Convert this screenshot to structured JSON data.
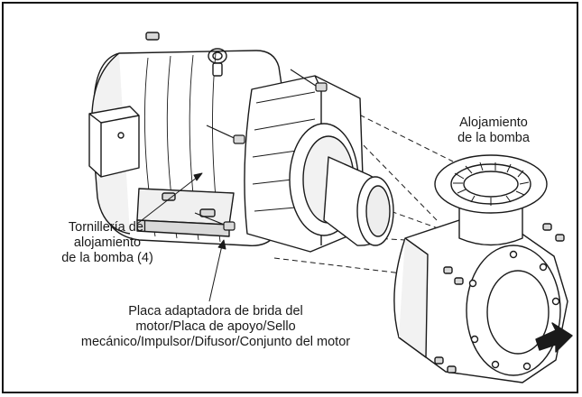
{
  "labels": {
    "pump_housing": [
      "Alojamiento",
      "de la bomba"
    ],
    "housing_bolts": [
      "Tornillería del",
      "alojamiento",
      "de la bomba (4)"
    ],
    "adapter_plate": [
      "Placa adaptadora de brida del",
      "motor/Placa de apoyo/Sello",
      "mecánico/Impulsor/Difusor/Conjunto del motor"
    ]
  },
  "colors": {
    "line": "#1a1a1a",
    "part_fill": "#ffffff",
    "shade": "#d9d9d9",
    "frame": "#111111"
  }
}
